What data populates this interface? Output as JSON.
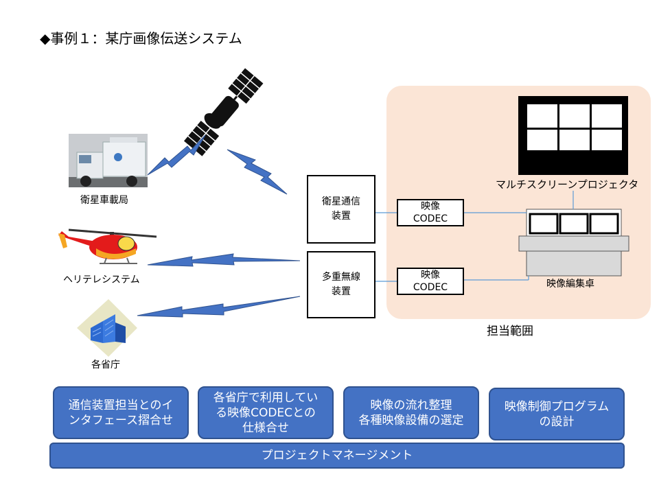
{
  "title": "◆事例１：某庁画像伝送システム",
  "sources": {
    "vehicle": "衛星車載局",
    "helicopter": "ヘリテレシステム",
    "ministry": "各省庁"
  },
  "receivers": {
    "satellite_comm": "衛星通信\n装置",
    "multiplex_radio": "多重無線\n装置"
  },
  "codecs": {
    "top": "映像\nCODEC",
    "bottom": "映像\nCODEC"
  },
  "projector_label": "マルチスクリーンプロジェクタ",
  "console_label": "映像編集卓",
  "scope_label": "担当範囲",
  "tasks": [
    "通信装置担当とのイ\nンタフェース摺合せ",
    "各省庁で利用してい\nる映像CODECとの\n仕様合せ",
    "映像の流れ整理\n各種映像設備の選定",
    "映像制御プログラム\nの設計"
  ],
  "project_management": "プロジェクトマネージメント",
  "colors": {
    "scope_fill": "#fbe5d6",
    "task_fill": "#4472c4",
    "lightning": "#4472c4",
    "connector": "#5b9bd5"
  }
}
